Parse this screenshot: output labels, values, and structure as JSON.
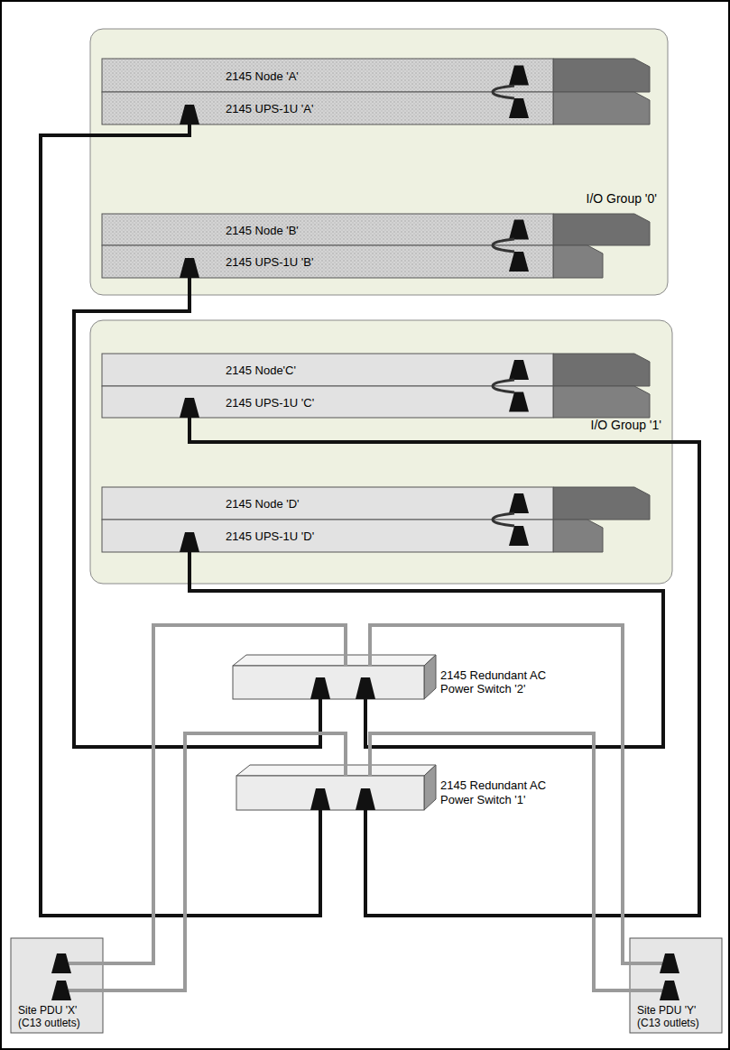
{
  "diagram": {
    "nodes": [
      {
        "text": [
          "I/O Group '0'"
        ]
      },
      {
        "text": [
          "2145 Node 'A'"
        ],
        "in": 0
      },
      {
        "text": [
          "2145 UPS-1U 'A'"
        ],
        "in": 0
      },
      {
        "text": [
          "2145 Node 'B'"
        ],
        "in": 0
      },
      {
        "text": [
          "2145 UPS-1U 'B'"
        ],
        "in": 0
      },
      {
        "text": [
          "I/O Group '1'"
        ]
      },
      {
        "text": [
          "2145 Node'C'"
        ],
        "in": 5
      },
      {
        "text": [
          "2145 UPS-1U 'C'"
        ],
        "in": 5
      },
      {
        "text": [
          "2145 Node 'D'"
        ],
        "in": 5
      },
      {
        "text": [
          "2145 UPS-1U 'D'"
        ],
        "in": 5
      },
      {
        "text": [
          "2145 Redundant AC Power Switch '2'"
        ]
      },
      {
        "text": [
          "2145 Redundant AC Power Switch '1'"
        ]
      },
      {
        "text": [
          "Site PDU 'X' (C13 outlets)"
        ]
      },
      {
        "text": [
          "Site PDU 'Y' (C13 outlets)"
        ]
      }
    ],
    "edges": [
      {
        "from": 1,
        "to": 2,
        "arrow": "none"
      },
      {
        "from": 3,
        "to": 4,
        "arrow": "none"
      },
      {
        "from": 6,
        "to": 7,
        "arrow": "none"
      },
      {
        "from": 8,
        "to": 9,
        "arrow": "none"
      },
      {
        "from": 2,
        "to": 11,
        "arrow": "none"
      },
      {
        "from": 4,
        "to": 10,
        "arrow": "none"
      },
      {
        "from": 7,
        "to": 11,
        "arrow": "none"
      },
      {
        "from": 9,
        "to": 10,
        "arrow": "none"
      },
      {
        "from": 10,
        "to": 12,
        "arrow": "none"
      },
      {
        "from": 10,
        "to": 13,
        "arrow": "none"
      },
      {
        "from": 11,
        "to": 12,
        "arrow": "none"
      },
      {
        "from": 11,
        "to": 13,
        "arrow": "none"
      }
    ]
  }
}
